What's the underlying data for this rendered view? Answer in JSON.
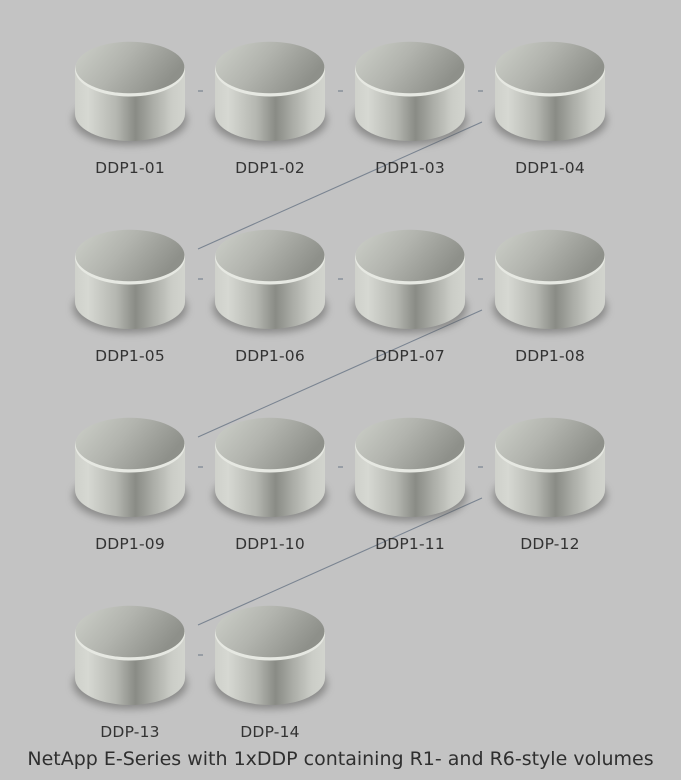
{
  "diagram": {
    "caption": "NetApp E-Series with 1xDDP containing R1- and R6-style volumes",
    "columns": 4,
    "volumes": [
      {
        "label": "DDP1-01"
      },
      {
        "label": "DDP1-02"
      },
      {
        "label": "DDP1-03"
      },
      {
        "label": "DDP1-04"
      },
      {
        "label": "DDP1-05"
      },
      {
        "label": "DDP1-06"
      },
      {
        "label": "DDP1-07"
      },
      {
        "label": "DDP1-08"
      },
      {
        "label": "DDP1-09"
      },
      {
        "label": "DDP1-10"
      },
      {
        "label": "DDP1-11"
      },
      {
        "label": "DDP-12"
      },
      {
        "label": "DDP-13"
      },
      {
        "label": "DDP-14"
      }
    ],
    "colors": {
      "background": "#c3c3c3",
      "cylinder_light": "#d4d6d0",
      "cylinder_dark": "#858781",
      "connector": "#7a8491",
      "label_text": "#333333"
    }
  }
}
